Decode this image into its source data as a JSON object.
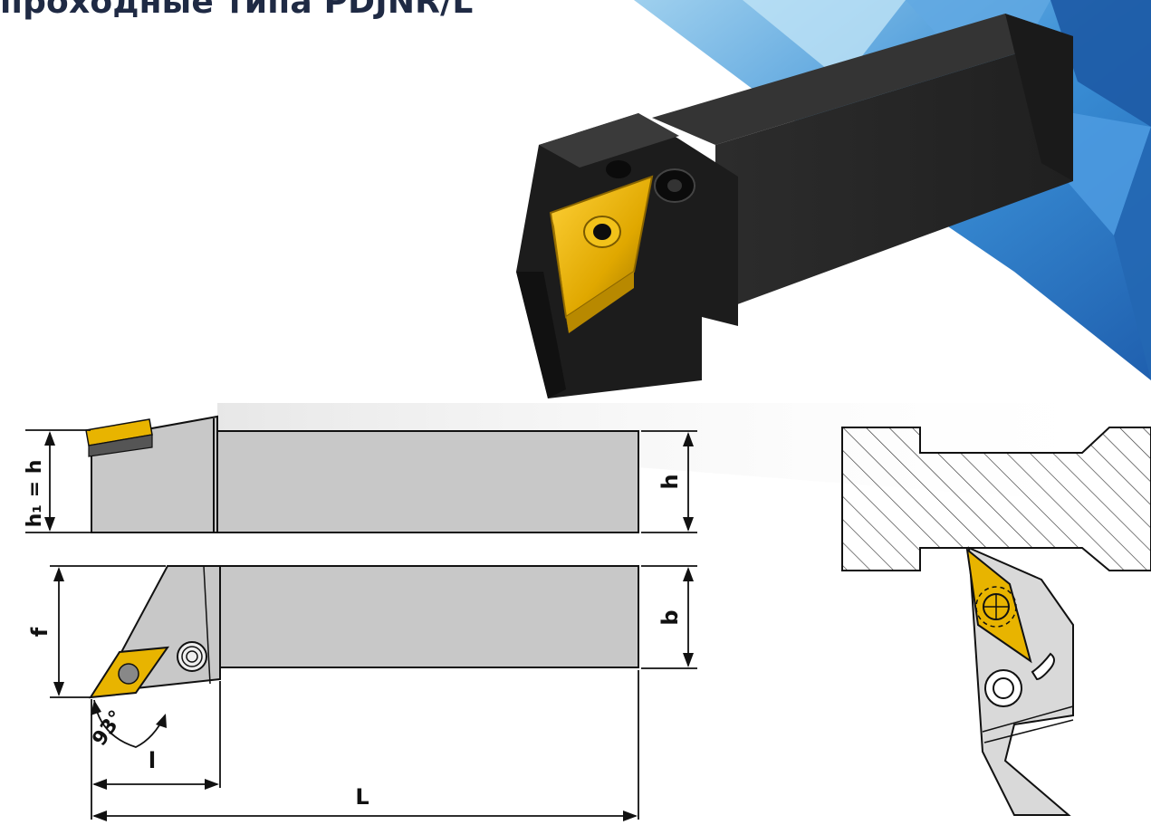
{
  "title": "проходные типа PDJNR/L",
  "dimensions": {
    "h1_eq_h": "h₁ = h",
    "h": "h",
    "f": "f",
    "b": "b",
    "l": "l",
    "L": "L",
    "angle": "93°"
  },
  "colors": {
    "title": "#1f2a44",
    "insert_gold": "#e8b400",
    "holder_black": "#1b1b1b",
    "drawing_gray": "#c9c9c9",
    "background_blue": "#2f7fc9"
  }
}
